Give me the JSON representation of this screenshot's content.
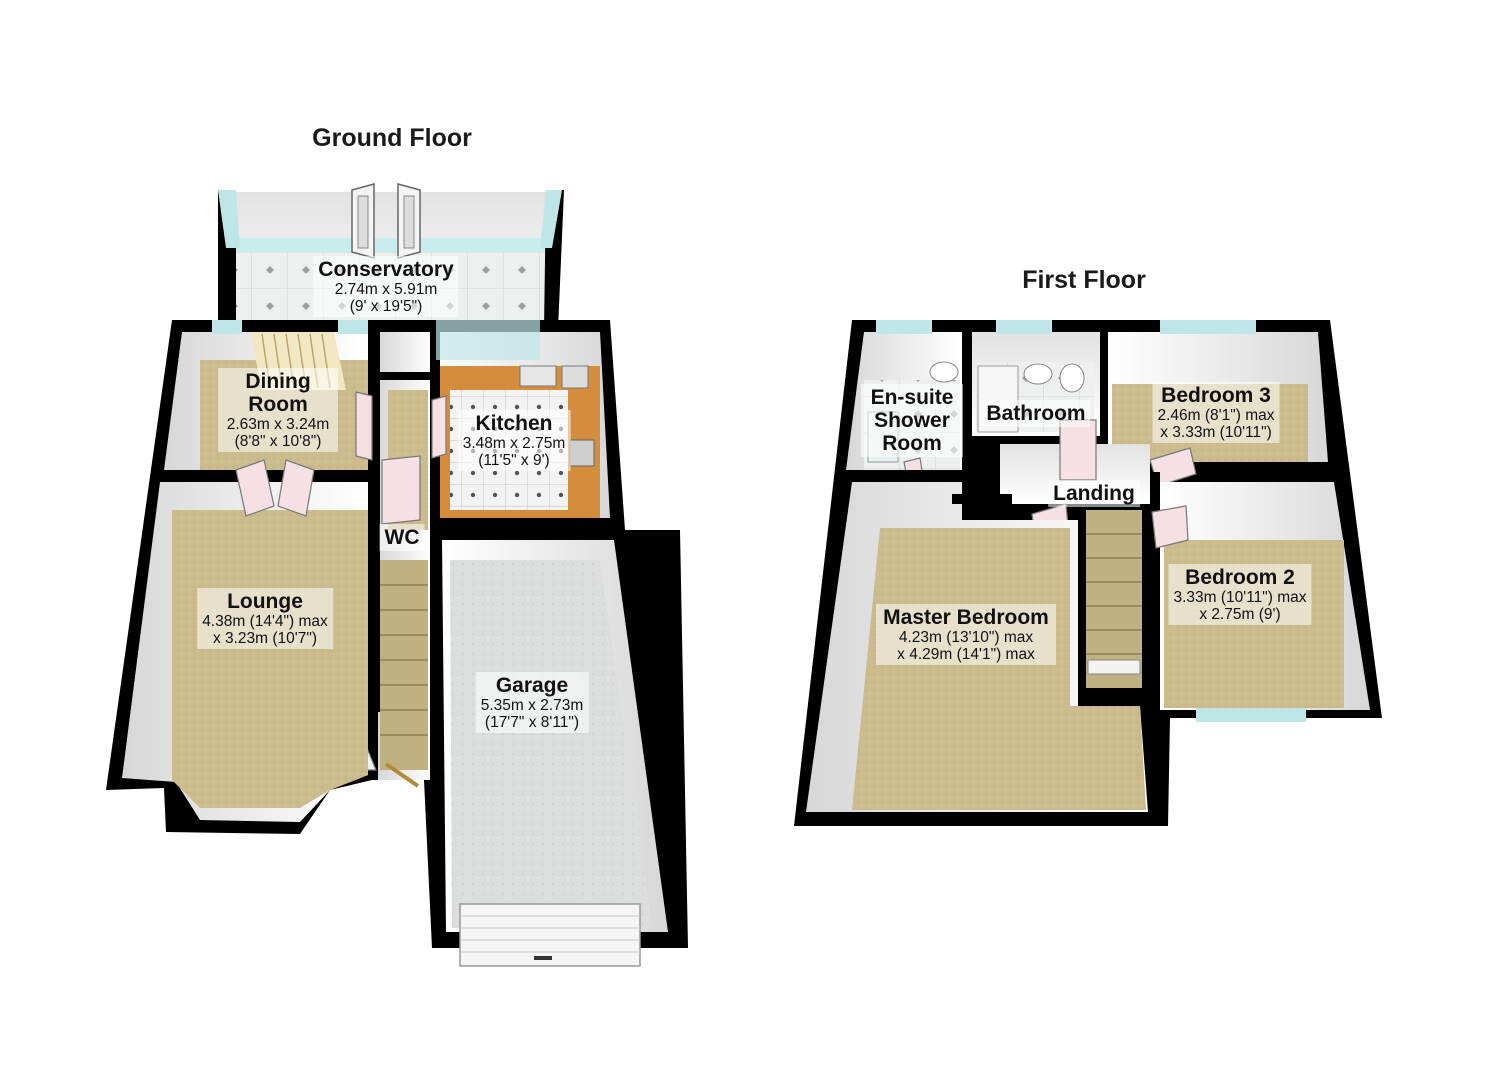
{
  "floors": {
    "ground": {
      "title": "Ground Floor",
      "rooms": {
        "conservatory": {
          "name": "Conservatory",
          "dim1": "2.74m x 5.91m",
          "dim2": "(9' x 19'5\")"
        },
        "dining": {
          "name": "Dining Room",
          "dim1": "2.63m x 3.24m",
          "dim2": "(8'8\" x 10'8\")"
        },
        "kitchen": {
          "name": "Kitchen",
          "dim1": "3.48m x 2.75m",
          "dim2": "(11'5\" x 9')"
        },
        "wc": {
          "name": "WC"
        },
        "lounge": {
          "name": "Lounge",
          "dim1": "4.38m (14'4\") max",
          "dim2": "x 3.23m (10'7\")"
        },
        "garage": {
          "name": "Garage",
          "dim1": "5.35m x 2.73m",
          "dim2": "(17'7\" x 8'11\")"
        }
      }
    },
    "first": {
      "title": "First Floor",
      "rooms": {
        "ensuite": {
          "name": "En-suite Shower Room"
        },
        "bathroom": {
          "name": "Bathroom"
        },
        "bedroom3": {
          "name": "Bedroom 3",
          "dim1": "2.46m (8'1\") max",
          "dim2": "x 3.33m (10'11\")"
        },
        "landing": {
          "name": "Landing"
        },
        "bedroom2": {
          "name": "Bedroom 2",
          "dim1": "3.33m (10'11\") max",
          "dim2": "x 2.75m (9')"
        },
        "master": {
          "name": "Master Bedroom",
          "dim1": "4.23m (13'10\") max",
          "dim2": "x 4.29m (14'1\") max"
        }
      }
    }
  },
  "colors": {
    "wall": "#000000",
    "carpet": "#c9b88a",
    "kitchen_worktop": "#d38d3c",
    "tile_floor": "#ecefee",
    "garage_floor": "#d9dadb",
    "glass": "#bfe6e6"
  }
}
